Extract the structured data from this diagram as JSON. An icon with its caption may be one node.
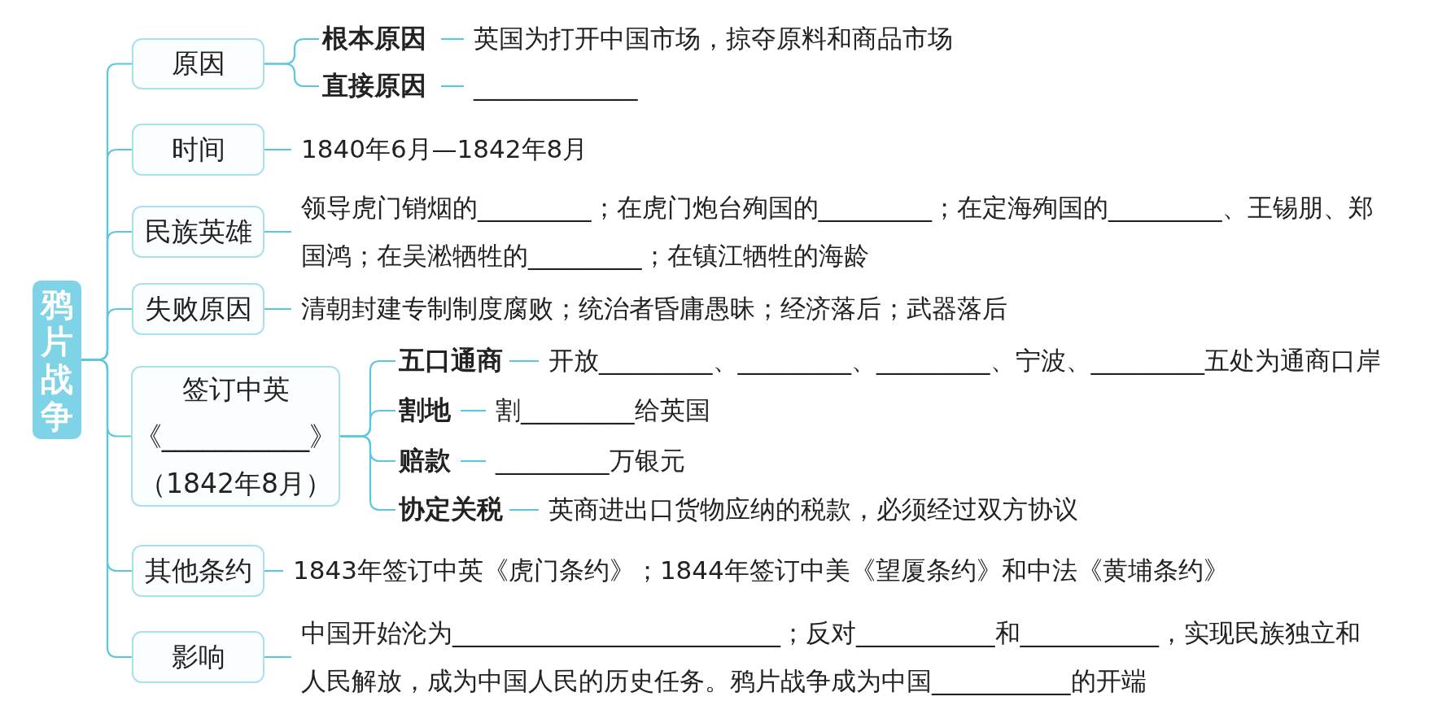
{
  "diagram": {
    "nodes": [
      {
        "text": [
          "鸦片战争"
        ]
      },
      {
        "text": [
          "原因"
        ]
      },
      {
        "text": [
          "根本原因"
        ]
      },
      {
        "text": [
          "英国为打开中国市场，掠夺原料和商品市场"
        ]
      },
      {
        "text": [
          "直接原因"
        ]
      },
      {
        "text": [
          "_____________"
        ]
      },
      {
        "text": [
          "时间"
        ]
      },
      {
        "text": [
          "1840年6月—1842年8月"
        ]
      },
      {
        "text": [
          "民族英雄"
        ]
      },
      {
        "text": [
          "领导虎门销烟的_________；在虎门炮台殉国的_________；在定海殉国的_________、王锡朋、郑国鸿；在吴淞牺牲的_________；在镇江牺牲的海龄"
        ]
      },
      {
        "text": [
          "失败原因"
        ]
      },
      {
        "text": [
          "清朝封建专制制度腐败；统治者昏庸愚昧；经济落后；武器落后"
        ]
      },
      {
        "text": [
          "签订中英",
          "《___________》",
          "（1842年8月）"
        ]
      },
      {
        "text": [
          "五口通商"
        ]
      },
      {
        "text": [
          "开放_________、_________、_________、宁波、_________五处为通商口岸"
        ]
      },
      {
        "text": [
          "割地"
        ]
      },
      {
        "text": [
          "割_________给英国"
        ]
      },
      {
        "text": [
          "赔款"
        ]
      },
      {
        "text": [
          "_________万银元"
        ]
      },
      {
        "text": [
          "协定关税"
        ]
      },
      {
        "text": [
          "英商进出口货物应纳的税款，必须经过双方协议"
        ]
      },
      {
        "text": [
          "其他条约"
        ]
      },
      {
        "text": [
          "1843年签订中英《虎门条约》；1844年签订中美《望厦条约》和中法《黄埔条约》"
        ]
      },
      {
        "text": [
          "影响"
        ]
      },
      {
        "text": [
          "中国开始沦为__________________________；反对___________和___________，实现民族独立和人民解放，成为中国人民的历史任务。鸦片战争成为中国___________的开端"
        ]
      }
    ],
    "edges": [
      {
        "from": 0,
        "to": 1,
        "arrow": "none"
      },
      {
        "from": 0,
        "to": 6,
        "arrow": "none"
      },
      {
        "from": 0,
        "to": 8,
        "arrow": "none"
      },
      {
        "from": 0,
        "to": 10,
        "arrow": "none"
      },
      {
        "from": 0,
        "to": 12,
        "arrow": "none"
      },
      {
        "from": 0,
        "to": 21,
        "arrow": "none"
      },
      {
        "from": 0,
        "to": 23,
        "arrow": "none"
      },
      {
        "from": 1,
        "to": 2,
        "arrow": "none"
      },
      {
        "from": 1,
        "to": 4,
        "arrow": "none"
      },
      {
        "from": 2,
        "to": 3,
        "arrow": "none"
      },
      {
        "from": 4,
        "to": 5,
        "arrow": "none"
      },
      {
        "from": 6,
        "to": 7,
        "arrow": "none"
      },
      {
        "from": 8,
        "to": 9,
        "arrow": "none"
      },
      {
        "from": 10,
        "to": 11,
        "arrow": "none"
      },
      {
        "from": 12,
        "to": 13,
        "arrow": "none"
      },
      {
        "from": 12,
        "to": 15,
        "arrow": "none"
      },
      {
        "from": 12,
        "to": 17,
        "arrow": "none"
      },
      {
        "from": 12,
        "to": 19,
        "arrow": "none"
      },
      {
        "from": 13,
        "to": 14,
        "arrow": "none"
      },
      {
        "from": 15,
        "to": 16,
        "arrow": "none"
      },
      {
        "from": 17,
        "to": 18,
        "arrow": "none"
      },
      {
        "from": 19,
        "to": 20,
        "arrow": "none"
      },
      {
        "from": 21,
        "to": 22,
        "arrow": "none"
      },
      {
        "from": 23,
        "to": 24,
        "arrow": "none"
      }
    ]
  }
}
